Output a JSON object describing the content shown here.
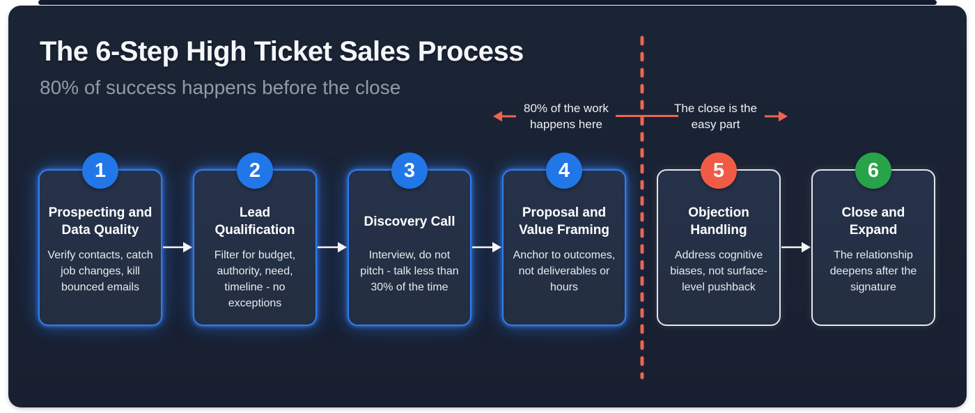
{
  "header": {
    "title": "The 6-Step High Ticket Sales Process",
    "subtitle": "80% of success happens before the close"
  },
  "annotations": {
    "left_label": "80% of the work\nhappens here",
    "right_label": "The close is the\neasy part",
    "arrow_color": "#ee6550"
  },
  "divider": {
    "color": "#ee6550",
    "style": "dashed-vertical"
  },
  "steps": [
    {
      "number": "1",
      "title": "Prospecting and\nData Quality",
      "description": "Verify contacts, catch job changes, kill bounced emails",
      "badge_color": "#2176e8",
      "phase": "before-close"
    },
    {
      "number": "2",
      "title": "Lead\nQualification",
      "description": "Filter for budget, authority, need, timeline - no exceptions",
      "badge_color": "#2176e8",
      "phase": "before-close"
    },
    {
      "number": "3",
      "title": "Discovery Call",
      "description": "Interview, do not pitch - talk less than 30% of the time",
      "badge_color": "#2176e8",
      "phase": "before-close"
    },
    {
      "number": "4",
      "title": "Proposal and\nValue Framing",
      "description": "Anchor to outcomes, not deliverables or hours",
      "badge_color": "#2176e8",
      "phase": "before-close"
    },
    {
      "number": "5",
      "title": "Objection\nHandling",
      "description": "Address cognitive biases, not surface-level pushback",
      "badge_color": "#f15b45",
      "phase": "after-close"
    },
    {
      "number": "6",
      "title": "Close and\nExpand",
      "description": "The relationship deepens after the signature",
      "badge_color": "#27a44a",
      "phase": "after-close"
    }
  ],
  "colors": {
    "panel_bg": "#1a2233",
    "card_bg": "#232e40",
    "card_border_blue": "#2f7df0",
    "card_border_light": "#e4e7eb",
    "flow_arrow": "#f5f6f7",
    "title_text": "#f5f6f8",
    "subtitle_text": "#939aa8"
  }
}
